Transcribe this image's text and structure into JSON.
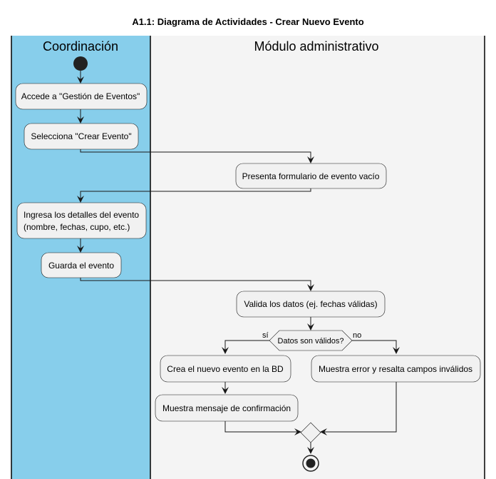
{
  "title": "A1.1: Diagrama de Actividades - Crear Nuevo Evento",
  "lanes": [
    {
      "name": "Coordinación",
      "color": "#87CEEB"
    },
    {
      "name": "Módulo administrativo",
      "color": "#F4F4F4"
    }
  ],
  "activities": {
    "a1": "Accede a \"Gestión de Eventos\"",
    "a2": "Selecciona \"Crear Evento\"",
    "a3": "Presenta formulario de evento vacío",
    "a4_line1": "Ingresa los detalles del evento",
    "a4_line2": "(nombre, fechas, cupo, etc.)",
    "a5": "Guarda el evento",
    "a6": "Valida los datos (ej. fechas válidas)",
    "a7": "Crea el nuevo evento en la BD",
    "a8": "Muestra mensaje de confirmación",
    "a9": "Muestra error y resalta campos inválidos"
  },
  "decision": {
    "question": "Datos son válidos?",
    "yes": "sí",
    "no": "no"
  }
}
